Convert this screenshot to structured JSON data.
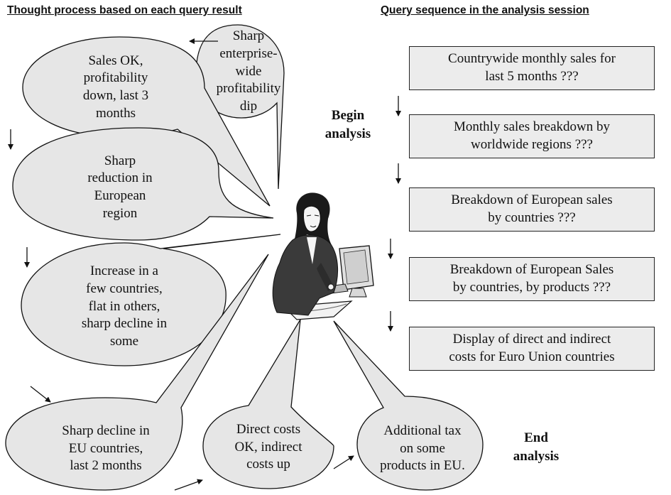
{
  "headings": {
    "left": "Thought  process based on each query result",
    "right": "Query sequence in the analysis session"
  },
  "thoughts": [
    "Sharp enterprise-\nwide\nprofitability dip",
    "Sales OK,\nprofitability\ndown, last 3\nmonths",
    "Sharp\nreduction in\nEuropean\nregion",
    "Increase in a\nfew countries,\nflat in others,\nsharp decline in\nsome",
    "Sharp decline in\nEU countries,\nlast 2 months",
    "Direct costs\nOK, indirect\ncosts up",
    "Additional tax\non some\nproducts in EU."
  ],
  "queries": [
    "Countrywide monthly sales for\nlast 5 months ???",
    "Monthly sales breakdown by\nworldwide regions ???",
    "Breakdown of European sales\nby countries ???",
    "Breakdown of European Sales\nby countries, by products ???",
    "Display of direct and indirect\ncosts for Euro Union countries"
  ],
  "labels": {
    "begin": "Begin\nanalysis",
    "end": "End\nanalysis"
  },
  "colors": {
    "bubble_fill": "#e6e6e6",
    "box_fill": "#ececec",
    "stroke": "#111111"
  },
  "icons": {
    "center": "analyst-at-computer-icon"
  }
}
